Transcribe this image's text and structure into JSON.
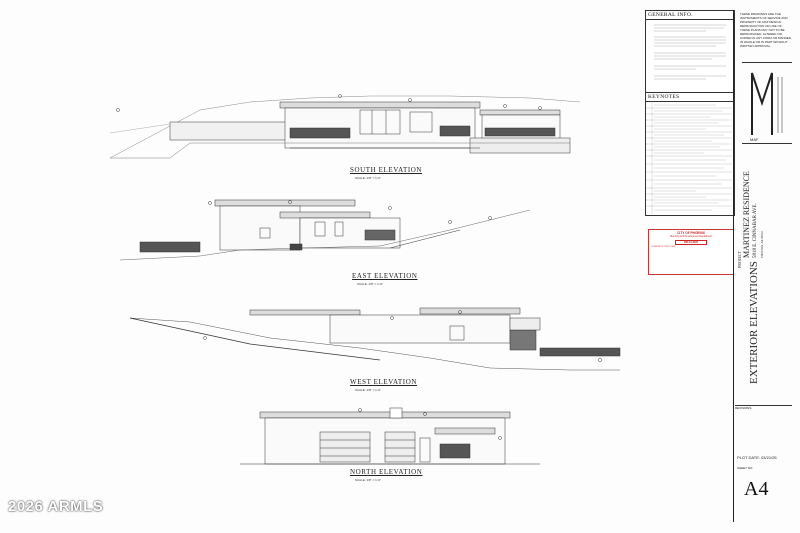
{
  "elevations": [
    {
      "title": "SOUTH ELEVATION",
      "scale": "SCALE: 1/8\" = 1'-0\""
    },
    {
      "title": "EAST ELEVATION",
      "scale": "SCALE: 1/8\" = 1'-0\""
    },
    {
      "title": "WEST ELEVATION",
      "scale": "SCALE: 1/8\" = 1'-0\""
    },
    {
      "title": "NORTH ELEVATION",
      "scale": "SCALE: 1/8\" = 1'-0\""
    }
  ],
  "notes": {
    "general_title": "GENERAL INFO.",
    "keynotes_title": "KEYNOTES"
  },
  "disclaimer": "THESE DRAWINGS ARE THE INSTRUMENTS OF SERVICE AND PROPERTY OF MAF DESIGN. REPRODUCTION OR USE OF THESE PLANS MAY NOT TO BE REPRODUCED, ALTERED OR COPIED IN ANY FORM OR MANNER, IN WHOLE OR IN PART WITHOUT WRITTEN APPROVAL.",
  "logo": {
    "mark": "MAF"
  },
  "project": {
    "name": "MARTINEZ RESIDENCE",
    "address": "5818 E. CINNABAR AVE.",
    "city": "PHOENIX, AZ 85012",
    "label": "PROJECT"
  },
  "stamp": {
    "title": "CITY OF PHOENIX",
    "subtitle": "Planning and Development Department",
    "status": "RELEASED",
    "note": "CONSTRUCTION CODE"
  },
  "sheet": {
    "title": "EXTERIOR ELEVATIONS",
    "revisions_label": "REVISIONS",
    "plot_date": "PLOT DATE: 03/21/25",
    "sheet_no_label": "SHEET NO.",
    "sheet_id": "A4"
  },
  "watermark": "2026 ARMLS"
}
